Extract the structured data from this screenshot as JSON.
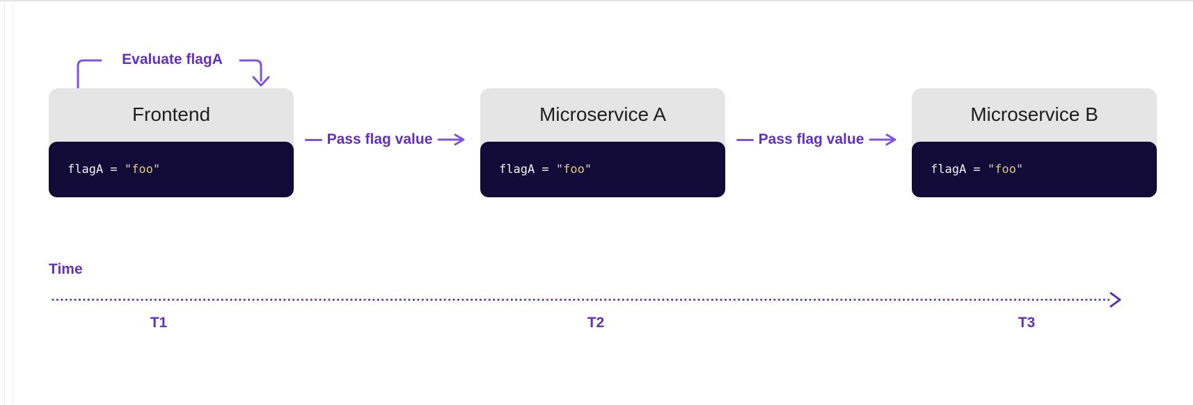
{
  "diagram": {
    "annotation": {
      "label": "Evaluate flagA"
    },
    "services": [
      {
        "title": "Frontend",
        "code": {
          "lhs": "flagA = ",
          "quote": "\"",
          "value": "foo"
        }
      },
      {
        "title": "Microservice A",
        "code": {
          "lhs": "flagA = ",
          "quote": "\"",
          "value": "foo"
        }
      },
      {
        "title": "Microservice B",
        "code": {
          "lhs": "flagA = ",
          "quote": "\"",
          "value": "foo"
        }
      }
    ],
    "connectors": [
      {
        "label": "Pass flag value"
      },
      {
        "label": "Pass flag value"
      }
    ],
    "timeline": {
      "label": "Time",
      "ticks": [
        {
          "label": "T1"
        },
        {
          "label": "T2"
        },
        {
          "label": "T3"
        }
      ]
    }
  },
  "colors": {
    "label_purple": "#6130bd",
    "line_purple": "#7e52dc",
    "dot_purple": "#5e31b5",
    "header_bg": "#e6e5e5",
    "header_text": "#1e1e1e",
    "code_bg": "#120b38",
    "code_text": "#f2f2f2",
    "code_string_yellow": "#dcce7a"
  }
}
